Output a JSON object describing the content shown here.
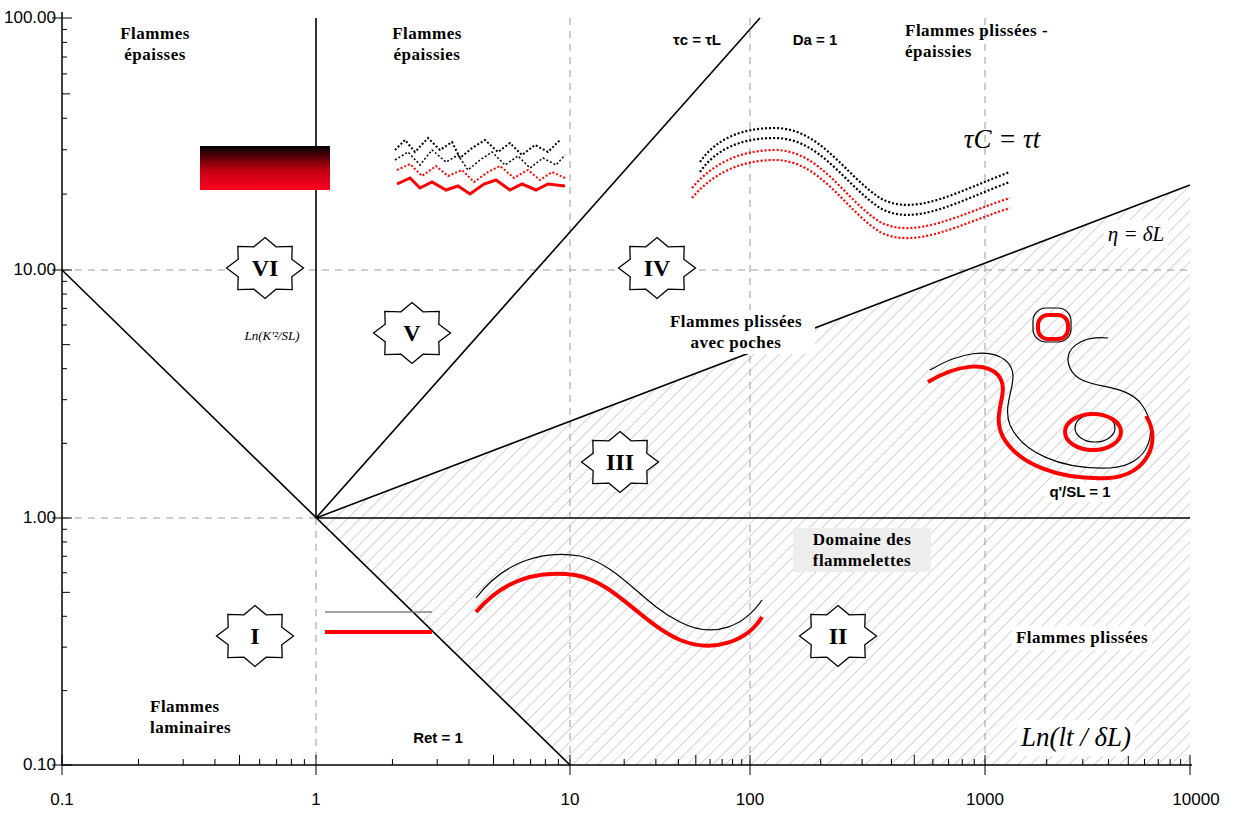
{
  "diagram": {
    "nodes": [
      {
        "text": [
          "VI"
        ]
      },
      {
        "text": [
          "V"
        ]
      },
      {
        "text": [
          "IV"
        ]
      },
      {
        "text": [
          "III"
        ]
      },
      {
        "text": [
          "I"
        ]
      },
      {
        "text": [
          "II"
        ]
      }
    ],
    "labels": [
      "Flammes épaisses",
      "Flammes épaissies",
      "τc = τL",
      "Da = 1",
      "Flammes plissées - épaissies",
      "τC = τt",
      "η = δL",
      "Flammes plissées avec poches",
      "q'/SL = 1",
      "Domaine des flammelettes",
      "Flammes plissées",
      "Ln(lt / δL)",
      "Flammes laminaires",
      "Ret = 1",
      "Ln(K'²/SL)",
      "100.00",
      "10.00",
      "1.00",
      "0.10",
      "0.1",
      "1",
      "10",
      "100",
      "1000",
      "10000"
    ]
  }
}
